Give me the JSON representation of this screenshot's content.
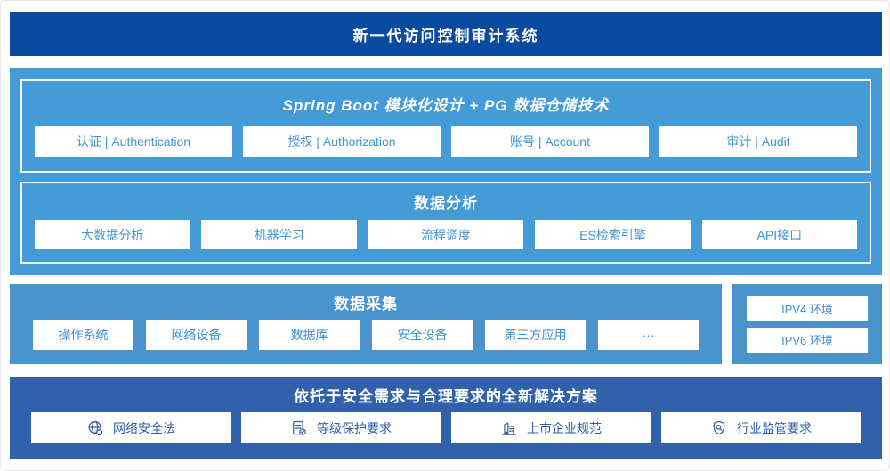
{
  "header": {
    "title": "新一代访问控制审计系统"
  },
  "platform": {
    "spring_boot": {
      "title": "Spring Boot 模块化设计 + PG 数据仓储技术",
      "items": [
        "认证 | Authentication",
        "授权 | Authorization",
        "账号 | Account",
        "审计 | Audit"
      ]
    },
    "data_analysis": {
      "title": "数据分析",
      "items": [
        "大数据分析",
        "机器学习",
        "流程调度",
        "ES检索引擎",
        "API接口"
      ]
    }
  },
  "data_collection": {
    "title": "数据采集",
    "items": [
      "操作系统",
      "网络设备",
      "数据库",
      "安全设备",
      "第三方应用",
      "···"
    ]
  },
  "environments": {
    "items": [
      "IPV4 环境",
      "IPV6 环境"
    ]
  },
  "solution": {
    "title": "依托于安全需求与合理要求的全新解决方案",
    "items": [
      {
        "icon": "globe-icon",
        "label": "网络安全法"
      },
      {
        "icon": "document-check-icon",
        "label": "等级保护要求"
      },
      {
        "icon": "building-icon",
        "label": "上市企业规范"
      },
      {
        "icon": "shield-search-icon",
        "label": "行业监管要求"
      }
    ]
  },
  "colors": {
    "top_bar": "#0a4a9f",
    "platform_bg": "#459bd6",
    "collection_bg": "#4a94ce",
    "solution_bg": "#3161aa",
    "box_text_sky": "#3f97d4",
    "box_text_dark": "#2e61a8",
    "title_text": "#ffffff"
  }
}
